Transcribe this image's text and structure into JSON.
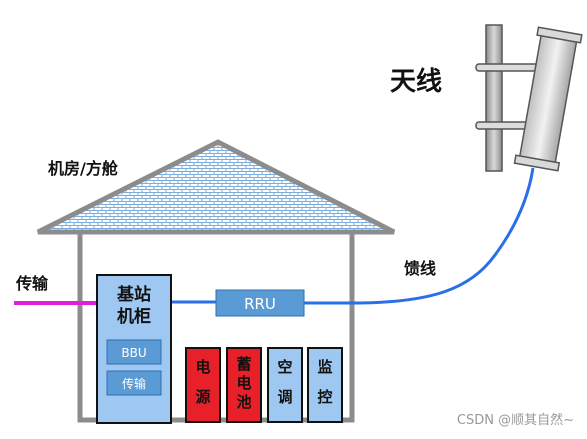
{
  "labels": {
    "antenna": "天线",
    "room": "机房/方舱",
    "transmission": "传输",
    "feeder": "馈线",
    "cabinet_line1": "基站",
    "cabinet_line2": "机柜",
    "bbu": "BBU",
    "cabinet_transmission": "传输",
    "rru": "RRU",
    "power": [
      "电",
      "源"
    ],
    "battery": [
      "蓄",
      "电",
      "池"
    ],
    "aircon": [
      "空",
      "调"
    ],
    "monitor": [
      "监",
      "控"
    ],
    "watermark": "CSDN @顺其自然~"
  },
  "colors": {
    "transmission_line": "#e01ee0",
    "feeder_line": "#2a6fe8",
    "cabinet_fill": "#9ec8f2",
    "module_fill": "#5b9bd5",
    "power_fill": "#e8202a",
    "equipment_fill": "#9ec8f2",
    "wall": "#8c8c8c",
    "roof_grid": "#7aaee0"
  },
  "icons": [
    "roof-brick-pattern",
    "antenna-panel",
    "antenna-pole"
  ]
}
